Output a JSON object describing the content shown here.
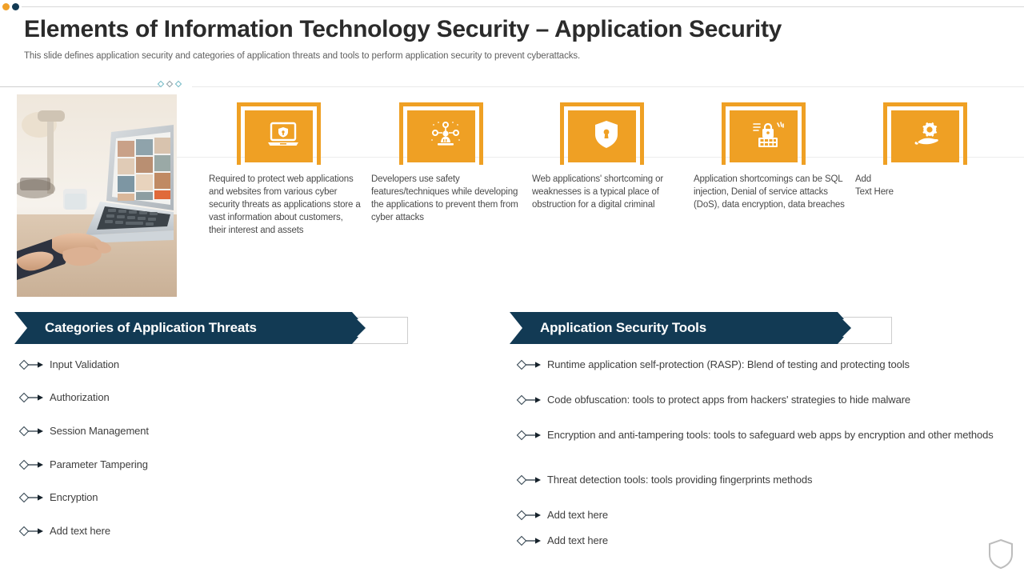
{
  "header": {
    "title": "Elements of Information Technology Security – Application Security",
    "subtitle": "This slide defines application security and categories of application threats and tools to perform application security to prevent cyberattacks."
  },
  "colors": {
    "accent_orange": "#efa024",
    "navy": "#123a54",
    "amber_dot": "#f0a028",
    "body_text": "#4a4a4a",
    "rail": "#dadada",
    "diamond_teal": "#6fb7c4"
  },
  "photo": {
    "alt": "Hands typing on a laptop showing a photo gallery on a bright desk"
  },
  "cards": [
    {
      "icon": "laptop-shield-icon",
      "text": "Required to protect web applications and websites from various cyber security threats as applications store a vast information about customers, their interest and assets"
    },
    {
      "icon": "developer-network-icon",
      "text": "Developers use safety features/techniques while developing the applications to prevent them from cyber attacks"
    },
    {
      "icon": "shield-lock-icon",
      "text": "Web applications' shortcoming or weaknesses is a typical place of obstruction for a digital criminal"
    },
    {
      "icon": "database-lock-icon",
      "text": "Application shortcomings can be SQL injection, Denial of service attacks (DoS), data encryption, data breaches"
    },
    {
      "icon": "hand-gear-icon",
      "text": "Add\nText Here"
    }
  ],
  "sections": [
    {
      "title": "Categories of Application Threats",
      "items": [
        "Input Validation",
        "Authorization",
        "Session Management",
        "Parameter Tampering",
        "Encryption",
        "Add text here"
      ]
    },
    {
      "title": "Application Security Tools",
      "items": [
        "Runtime application self-protection (RASP): Blend of testing and protecting tools",
        "Code obfuscation: tools to protect apps from hackers' strategies to hide malware",
        "Encryption and anti-tampering tools: tools to safeguard web apps by encryption and other methods",
        "Threat detection tools: tools providing fingerprints methods",
        "Add text here",
        "Add text here"
      ]
    }
  ]
}
